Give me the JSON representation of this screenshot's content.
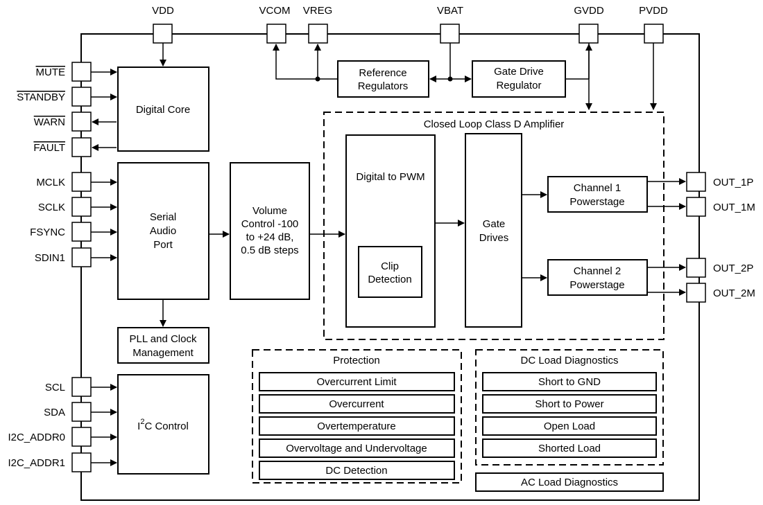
{
  "top_pins": {
    "vdd": "VDD",
    "vcom": "VCOM",
    "vreg": "VREG",
    "vbat": "VBAT",
    "gvdd": "GVDD",
    "pvdd": "PVDD"
  },
  "left_pins": {
    "mute": "MUTE",
    "standby": "STANDBY",
    "warn": "WARN",
    "fault": "FAULT",
    "mclk": "MCLK",
    "sclk": "SCLK",
    "fsync": "FSYNC",
    "sdin1": "SDIN1",
    "scl": "SCL",
    "sda": "SDA",
    "i2c_addr0": "I2C_ADDR0",
    "i2c_addr1": "I2C_ADDR1"
  },
  "right_pins": {
    "out_1p": "OUT_1P",
    "out_1m": "OUT_1M",
    "out_2p": "OUT_2P",
    "out_2m": "OUT_2M"
  },
  "blocks": {
    "digital_core": "Digital Core",
    "serial_audio_port": [
      "Serial",
      "Audio",
      "Port"
    ],
    "pll": [
      "PLL and Clock",
      "Management"
    ],
    "i2c_control_prefix": "I",
    "i2c_control_sup": "2",
    "i2c_control_suffix": "C Control",
    "volume_control": [
      "Volume",
      "Control -100",
      "to +24 dB,",
      "0.5 dB steps"
    ],
    "reference_regulators": [
      "Reference",
      "Regulators"
    ],
    "gate_drive_regulator": [
      "Gate Drive",
      "Regulator"
    ],
    "digital_to_pwm": "Digital to PWM",
    "clip_detection": [
      "Clip",
      "Detection"
    ],
    "gate_drives": [
      "Gate",
      "Drives"
    ],
    "channel1_powerstage": [
      "Channel 1",
      "Powerstage"
    ],
    "channel2_powerstage": [
      "Channel 2",
      "Powerstage"
    ]
  },
  "amplifier": {
    "title": "Closed Loop Class D Amplifier"
  },
  "protection": {
    "title": "Protection",
    "items": [
      "Overcurrent Limit",
      "Overcurrent",
      "Overtemperature",
      "Overvoltage and Undervoltage",
      "DC Detection"
    ]
  },
  "dc_load_diagnostics": {
    "title": "DC Load Diagnostics",
    "items": [
      "Short to GND",
      "Short to Power",
      "Open Load",
      "Shorted Load"
    ]
  },
  "ac_load_diagnostics": "AC Load Diagnostics"
}
